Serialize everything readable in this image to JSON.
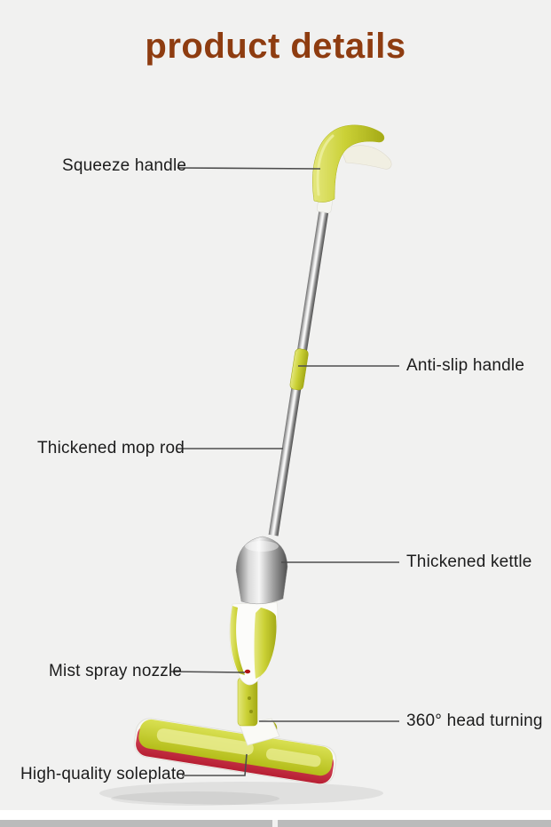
{
  "title": "product details",
  "colors": {
    "title_brown": "#8e3c10",
    "label_text": "#1c1c1c",
    "background": "#f1f1f0",
    "accent_green": "#c8cd32",
    "pad_red": "#c52a3e",
    "chrome_gray": "#b9b9b9"
  },
  "labels": [
    {
      "id": "squeeze-handle",
      "text": "Squeeze handle"
    },
    {
      "id": "anti-slip-handle",
      "text": "Anti-slip handle"
    },
    {
      "id": "thickened-mop-rod",
      "text": "Thickened mop rod"
    },
    {
      "id": "thickened-kettle",
      "text": "Thickened kettle"
    },
    {
      "id": "mist-spray-nozzle",
      "text": "Mist spray nozzle"
    },
    {
      "id": "head-turning",
      "text": "360° head turning"
    },
    {
      "id": "soleplate",
      "text": "High-quality soleplate"
    }
  ]
}
